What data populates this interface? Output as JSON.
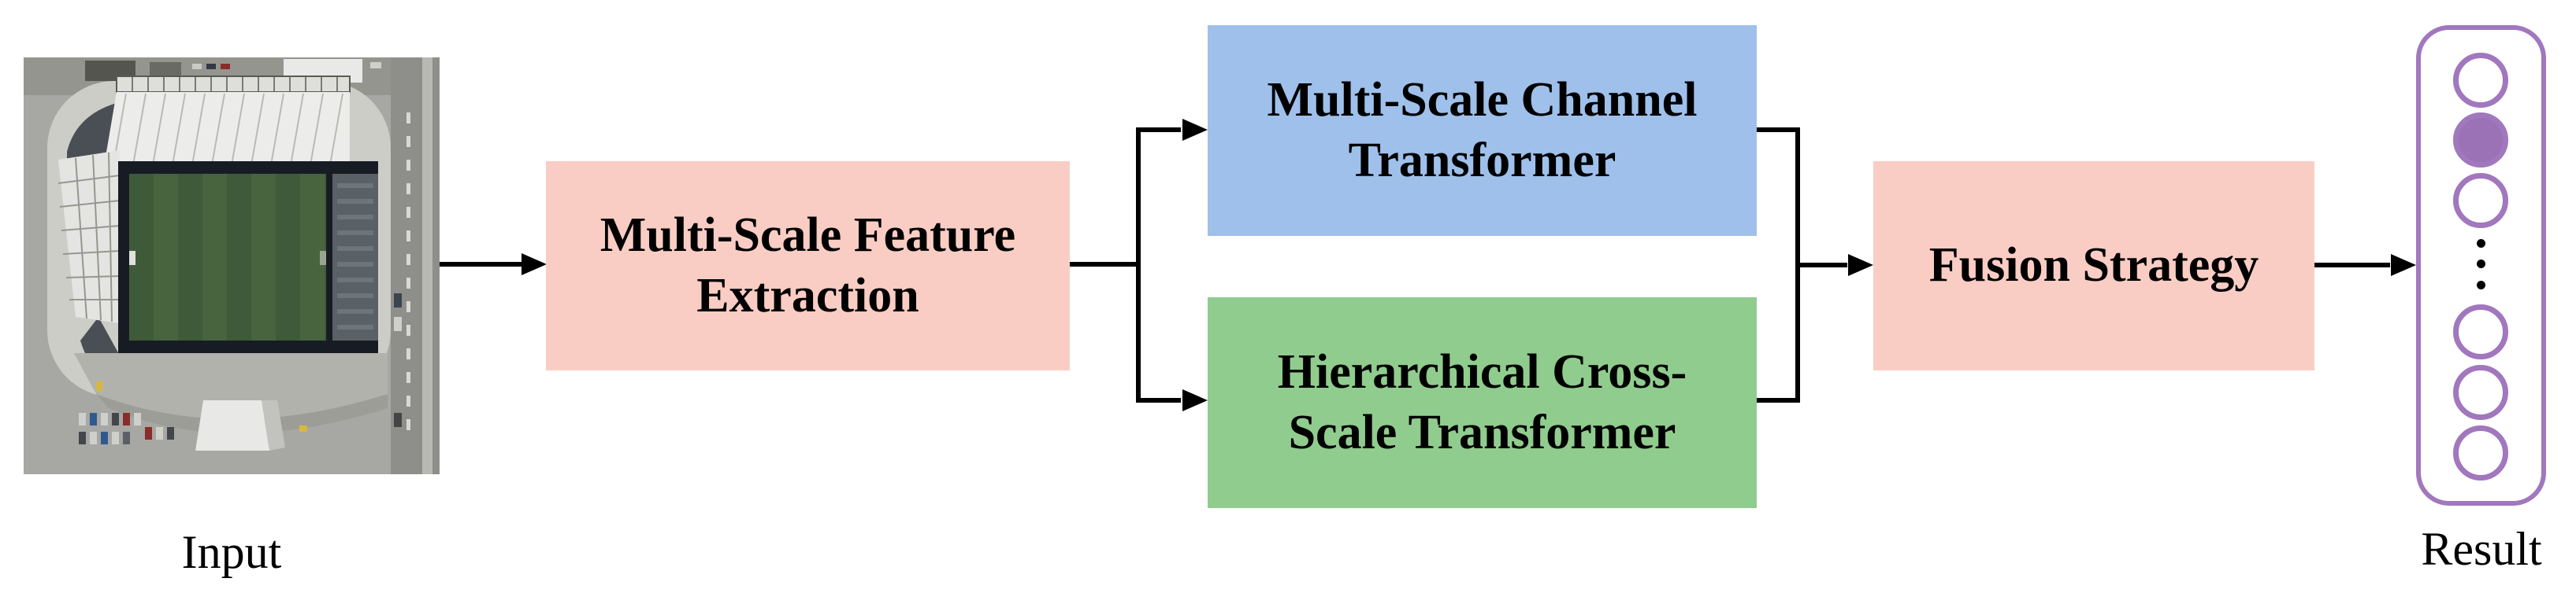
{
  "canvas": {
    "background": "#ffffff"
  },
  "input": {
    "label": "Input"
  },
  "result": {
    "label": "Result"
  },
  "boxes": {
    "feature_extraction": {
      "label": "Multi-Scale Feature Extraction",
      "bg": "#f9cdc4"
    },
    "channel_transformer": {
      "label": "Multi-Scale Channel Transformer",
      "bg": "#9fc0ea"
    },
    "cross_scale_transformer": {
      "label": "Hierarchical Cross-Scale Transformer",
      "bg": "#90cc8e"
    },
    "fusion_strategy": {
      "label": "Fusion Strategy",
      "bg": "#f9cdc4"
    }
  },
  "result_column": {
    "border_color": "#a177bd",
    "node_fill_color": "#9b72b5",
    "nodes": [
      "open",
      "filled",
      "open",
      "open",
      "open",
      "open"
    ],
    "ellipsis_dots": 3
  },
  "arrow_color": "#000000"
}
